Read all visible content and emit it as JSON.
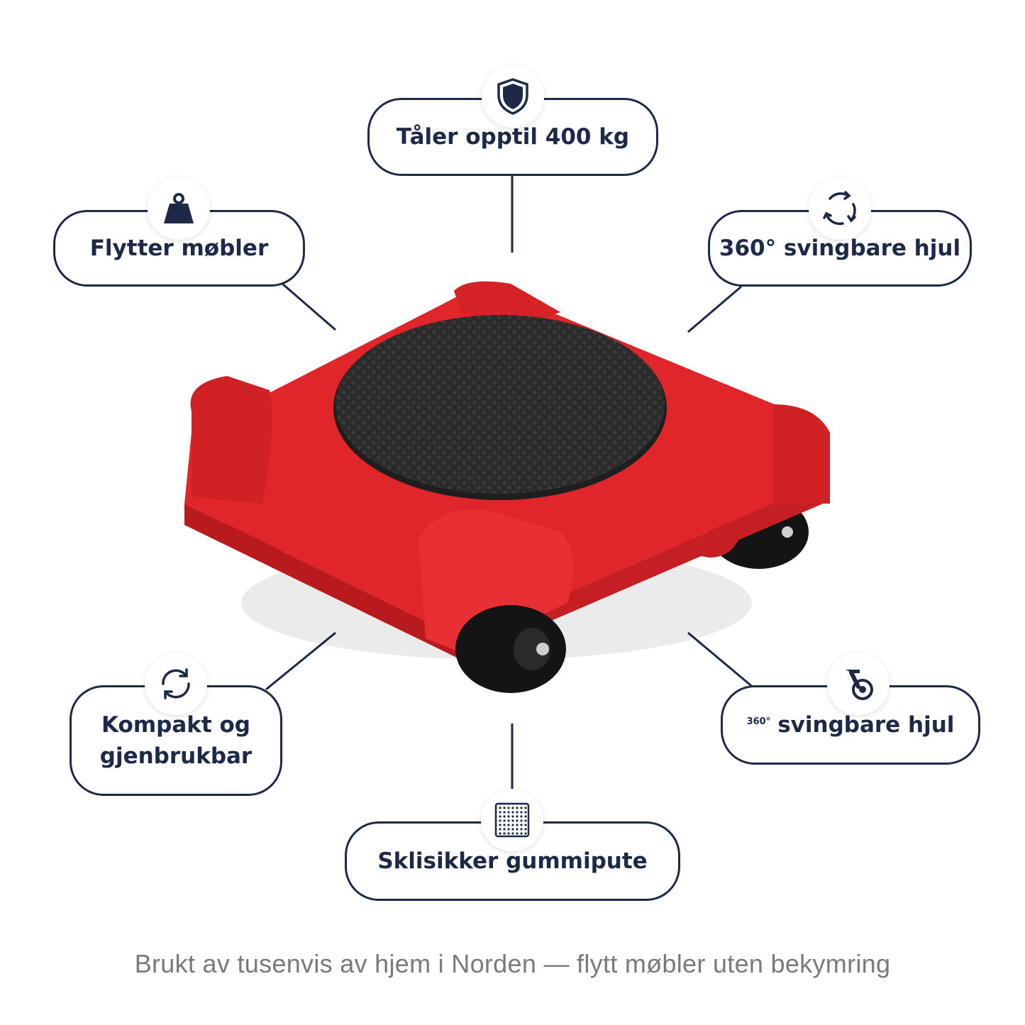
{
  "features": {
    "load": {
      "label": "Tåler opptil 400 kg",
      "icon": "shield-icon"
    },
    "move": {
      "label": "Flytter møbler",
      "icon": "weight-icon"
    },
    "swivel": {
      "label": "360° svingbare hjul",
      "icon": "rotate-icon"
    },
    "compact": {
      "label_line1": "Kompakt og",
      "label_line2": "gjenbrukbar",
      "icon": "recycle-arrows-icon"
    },
    "wheels": {
      "badge": "360°",
      "label": "svingbare hjul",
      "icon": "caster-wheel-icon"
    },
    "pad": {
      "label": "Sklisikker gummipute",
      "icon": "rubber-pad-icon"
    }
  },
  "tagline": "Brukt av tusenvis av hjem i Norden — flytt møbler uten bekymring",
  "colors": {
    "navy": "#1c2a47",
    "product_red": "#e0262a",
    "pad_black": "#2b2b2b",
    "tagline_gray": "#7a7a7a"
  }
}
